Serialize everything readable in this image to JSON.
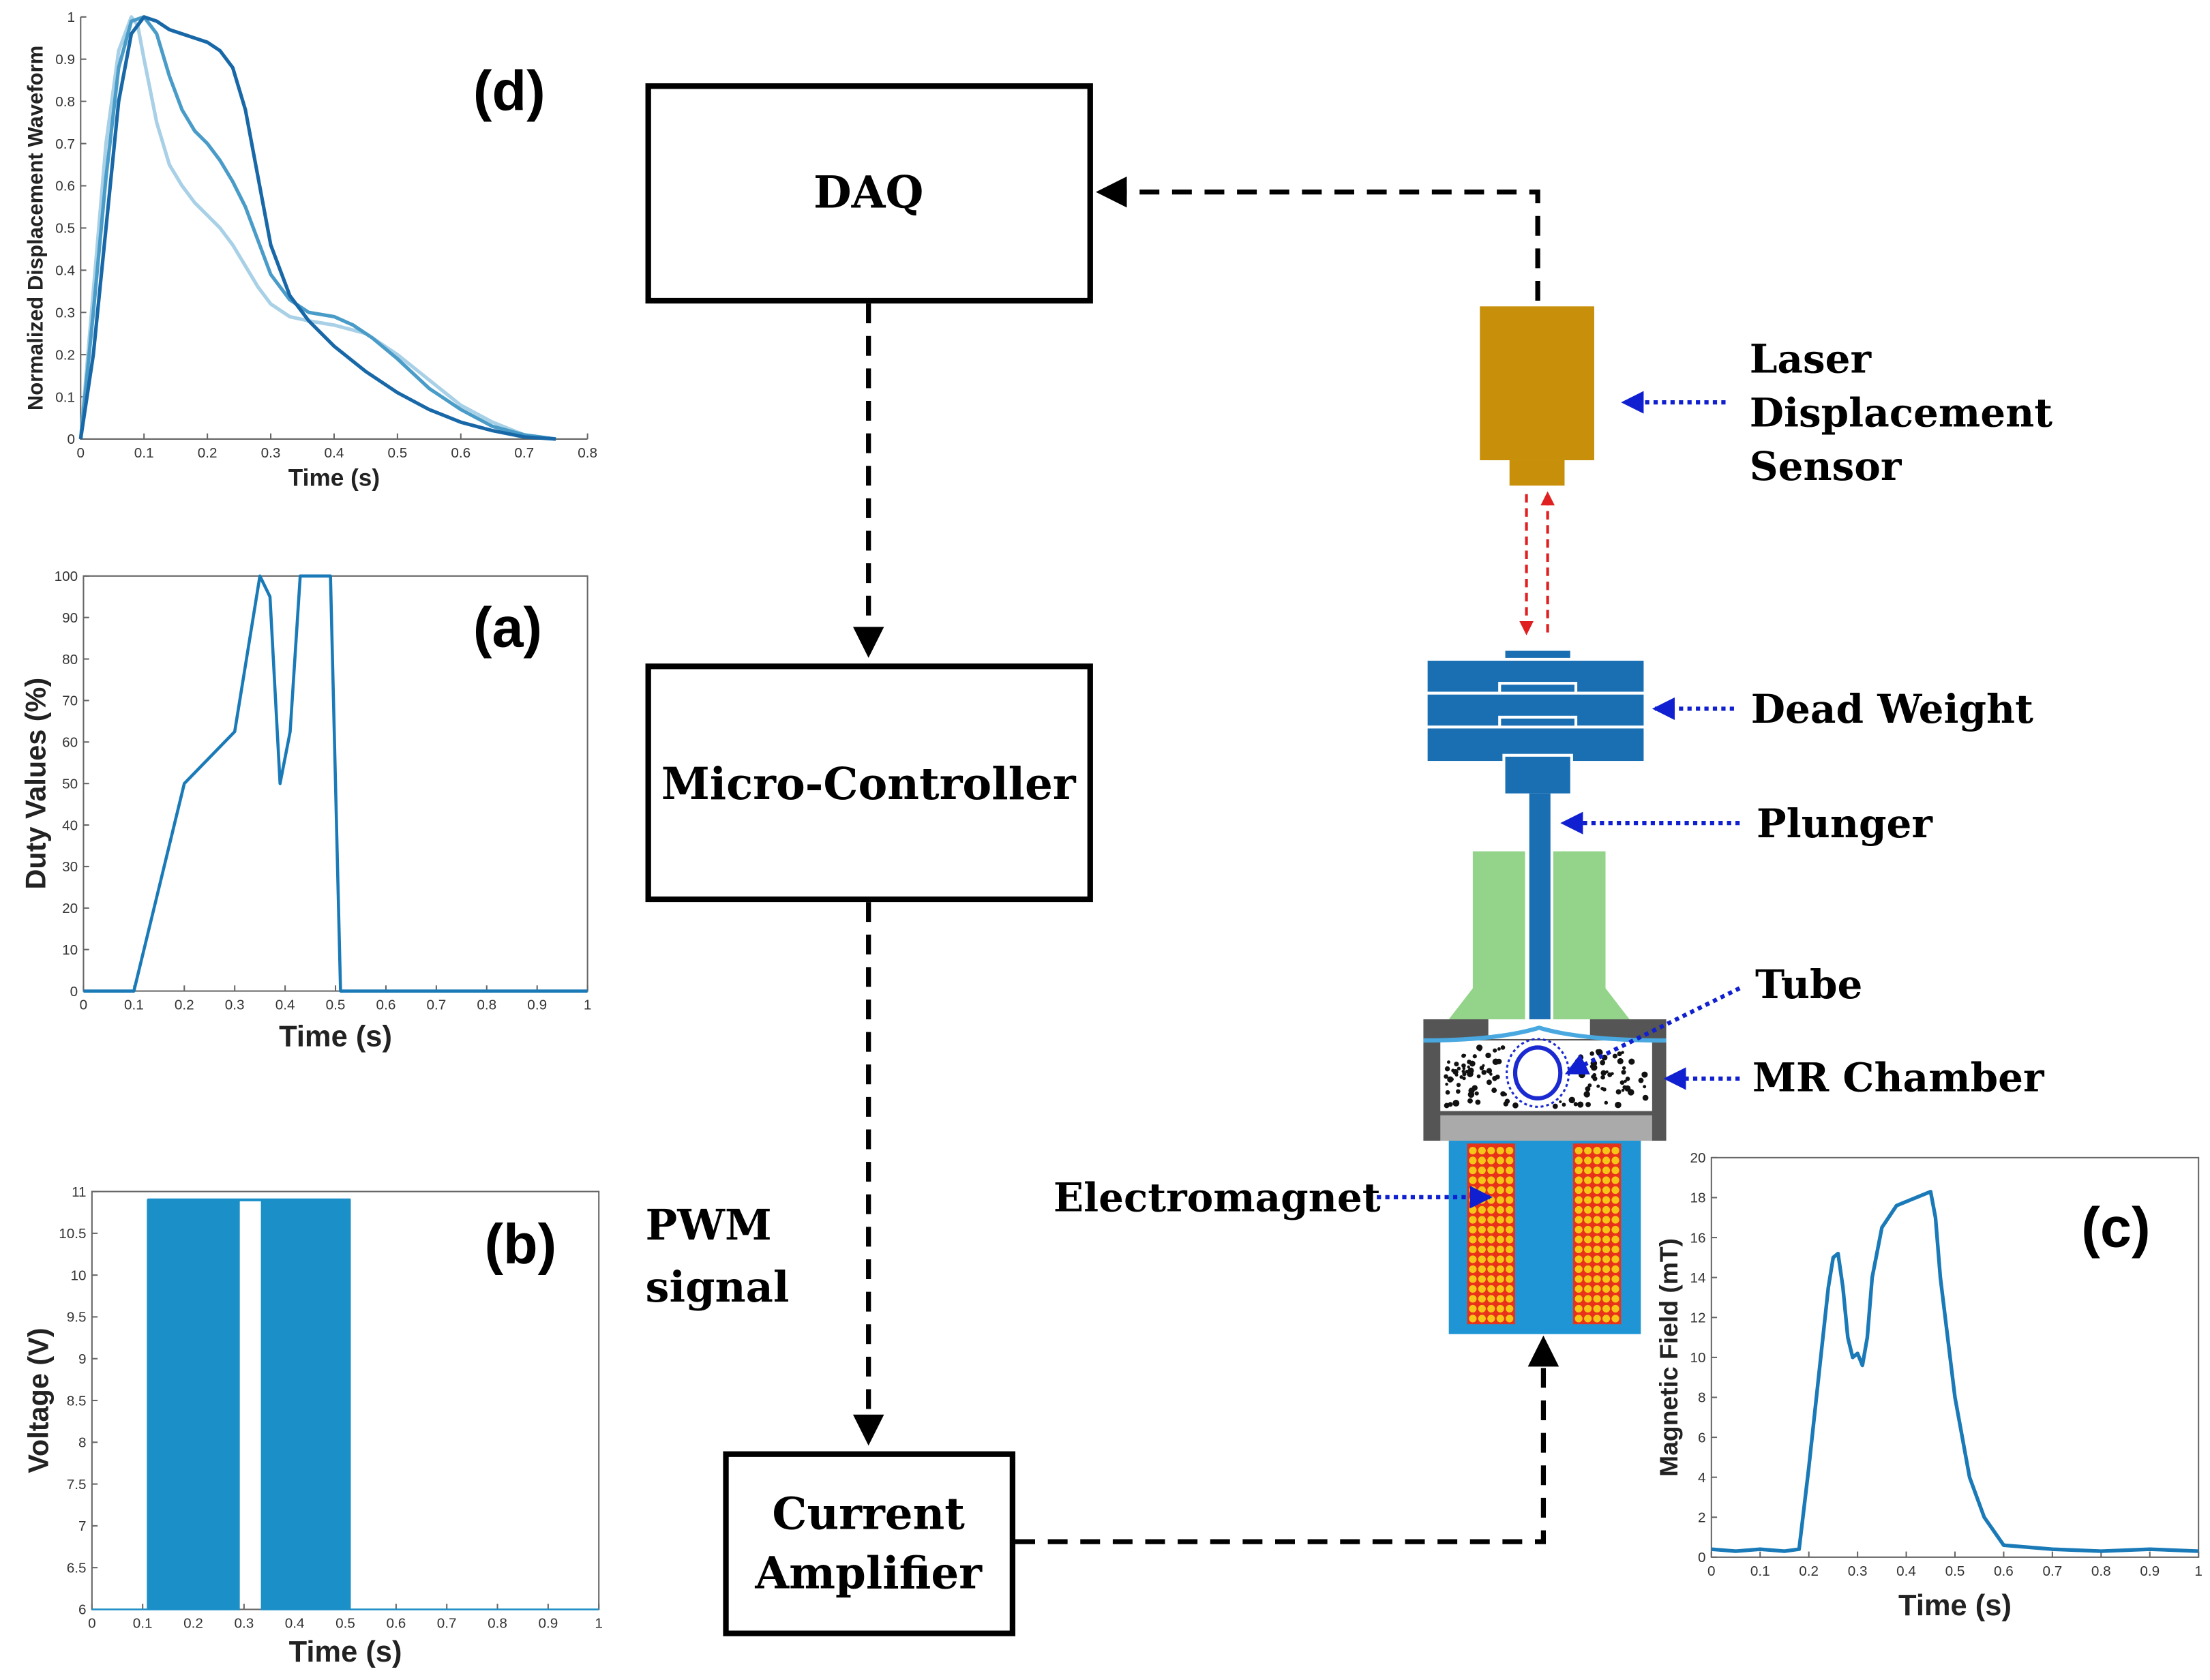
{
  "blocks": {
    "daq": "DAQ",
    "micro_controller": "Micro-Controller",
    "current_amplifier_line1": "Current",
    "current_amplifier_line2": "Amplifier"
  },
  "labels": {
    "laser_line1": "Laser",
    "laser_line2": "Displacement",
    "laser_line3": "Sensor",
    "dead_weight": "Dead Weight",
    "plunger": "Plunger",
    "tube": "Tube",
    "mr_chamber": "MR Chamber",
    "electromagnet": "Electromagnet",
    "pwm_line1": "PWM",
    "pwm_line2": "signal"
  },
  "colors": {
    "sensor": "#c8900a",
    "dead_weight": "#1a6fb3",
    "plunger": "#1a6fb3",
    "support": "#93d48a",
    "chamber_frame": "#555555",
    "electromagnet_body": "#1f95d6",
    "coil": "#e8321a",
    "coil_dot": "#f5c518",
    "leader_line": "#1020d0",
    "laser_beam": "#e02020",
    "plot_line": "#1a7ab8"
  },
  "chart_data": [
    {
      "id": "d",
      "panel_label": "(d)",
      "type": "line",
      "xlabel": "Time (s)",
      "ylabel": "Normalized Displacement Waveform",
      "xlim": [
        0,
        0.8
      ],
      "ylim": [
        0,
        1
      ],
      "xticks": [
        "0",
        "0.1",
        "0.2",
        "0.3",
        "0.4",
        "0.5",
        "0.6",
        "0.7",
        "0.8"
      ],
      "yticks": [
        "0",
        "0.1",
        "0.2",
        "0.3",
        "0.4",
        "0.5",
        "0.6",
        "0.7",
        "0.8",
        "0.9",
        "1"
      ],
      "series": [
        {
          "color": "#a8d0e6",
          "x": [
            0,
            0.02,
            0.04,
            0.06,
            0.08,
            0.09,
            0.1,
            0.12,
            0.14,
            0.16,
            0.18,
            0.2,
            0.22,
            0.24,
            0.26,
            0.28,
            0.3,
            0.33,
            0.36,
            0.4,
            0.45,
            0.5,
            0.55,
            0.6,
            0.65,
            0.7,
            0.75
          ],
          "y": [
            0,
            0.35,
            0.7,
            0.92,
            1.0,
            0.98,
            0.9,
            0.75,
            0.65,
            0.6,
            0.56,
            0.53,
            0.5,
            0.46,
            0.41,
            0.36,
            0.32,
            0.29,
            0.28,
            0.27,
            0.25,
            0.2,
            0.14,
            0.08,
            0.04,
            0.01,
            0
          ]
        },
        {
          "color": "#4a9cc8",
          "x": [
            0,
            0.02,
            0.04,
            0.06,
            0.08,
            0.1,
            0.12,
            0.14,
            0.16,
            0.18,
            0.2,
            0.22,
            0.24,
            0.26,
            0.28,
            0.3,
            0.33,
            0.36,
            0.4,
            0.43,
            0.46,
            0.5,
            0.55,
            0.6,
            0.65,
            0.7,
            0.75
          ],
          "y": [
            0,
            0.3,
            0.62,
            0.88,
            0.99,
            1.0,
            0.96,
            0.86,
            0.78,
            0.73,
            0.7,
            0.66,
            0.61,
            0.55,
            0.47,
            0.39,
            0.33,
            0.3,
            0.29,
            0.27,
            0.24,
            0.19,
            0.12,
            0.07,
            0.03,
            0.01,
            0
          ]
        },
        {
          "color": "#1868a8",
          "x": [
            0,
            0.02,
            0.04,
            0.06,
            0.08,
            0.1,
            0.12,
            0.14,
            0.16,
            0.18,
            0.2,
            0.22,
            0.24,
            0.26,
            0.28,
            0.3,
            0.33,
            0.36,
            0.4,
            0.45,
            0.5,
            0.55,
            0.6,
            0.65,
            0.7,
            0.75
          ],
          "y": [
            0,
            0.2,
            0.5,
            0.8,
            0.96,
            1.0,
            0.99,
            0.97,
            0.96,
            0.95,
            0.94,
            0.92,
            0.88,
            0.78,
            0.62,
            0.46,
            0.34,
            0.28,
            0.22,
            0.16,
            0.11,
            0.07,
            0.04,
            0.02,
            0.005,
            0
          ]
        }
      ]
    },
    {
      "id": "a",
      "panel_label": "(a)",
      "type": "line",
      "xlabel": "Time (s)",
      "ylabel": "Duty Values (%)",
      "xlim": [
        0,
        1
      ],
      "ylim": [
        0,
        100
      ],
      "xticks": [
        "0",
        "0.1",
        "0.2",
        "0.3",
        "0.4",
        "0.5",
        "0.6",
        "0.7",
        "0.8",
        "0.9",
        "1"
      ],
      "yticks": [
        "0",
        "10",
        "20",
        "30",
        "40",
        "50",
        "60",
        "70",
        "80",
        "90",
        "100"
      ],
      "series": [
        {
          "color": "#1a7ab8",
          "x": [
            0,
            0.1,
            0.15,
            0.2,
            0.3,
            0.35,
            0.37,
            0.39,
            0.41,
            0.43,
            0.49,
            0.51,
            0.6,
            1.0
          ],
          "y": [
            0,
            0,
            25,
            50,
            62.5,
            100,
            95,
            50,
            62.5,
            100,
            100,
            0,
            0,
            0
          ]
        }
      ]
    },
    {
      "id": "b",
      "panel_label": "(b)",
      "type": "line",
      "xlabel": "Time (s)",
      "ylabel": "Voltage (V)",
      "xlim": [
        0,
        1
      ],
      "ylim": [
        6,
        11
      ],
      "xticks": [
        "0",
        "0.1",
        "0.2",
        "0.3",
        "0.4",
        "0.5",
        "0.6",
        "0.7",
        "0.8",
        "0.9",
        "1"
      ],
      "yticks": [
        "6",
        "6.5",
        "7",
        "7.5",
        "8",
        "8.5",
        "9",
        "9.5",
        "10",
        "10.5",
        "11"
      ],
      "pwm": {
        "low": 6,
        "high": 10.9,
        "start": 0.11,
        "end": 0.51,
        "gap_start": 0.29,
        "gap_end": 0.33,
        "period": 0.006
      },
      "series": [
        {
          "color": "#1a8fc8"
        }
      ]
    },
    {
      "id": "c",
      "panel_label": "(c)",
      "type": "line",
      "xlabel": "Time (s)",
      "ylabel": "Magnetic Field (mT)",
      "xlim": [
        0,
        1
      ],
      "ylim": [
        0,
        20
      ],
      "xticks": [
        "0",
        "0.1",
        "0.2",
        "0.3",
        "0.4",
        "0.5",
        "0.6",
        "0.7",
        "0.8",
        "0.9",
        "1"
      ],
      "yticks": [
        "0",
        "2",
        "4",
        "6",
        "8",
        "10",
        "12",
        "14",
        "16",
        "18",
        "20"
      ],
      "series": [
        {
          "color": "#1a7ab8",
          "x": [
            0,
            0.05,
            0.1,
            0.15,
            0.18,
            0.2,
            0.22,
            0.24,
            0.25,
            0.26,
            0.27,
            0.28,
            0.29,
            0.3,
            0.31,
            0.32,
            0.33,
            0.35,
            0.38,
            0.42,
            0.45,
            0.46,
            0.47,
            0.5,
            0.53,
            0.56,
            0.6,
            0.7,
            0.8,
            0.9,
            1.0
          ],
          "y": [
            0.4,
            0.3,
            0.4,
            0.3,
            0.4,
            4.5,
            9.0,
            13.5,
            15.0,
            15.2,
            13.5,
            11.0,
            10.0,
            10.2,
            9.6,
            11.0,
            14.0,
            16.5,
            17.6,
            18.0,
            18.3,
            17.0,
            14.0,
            8.0,
            4.0,
            2.0,
            0.6,
            0.4,
            0.3,
            0.4,
            0.3
          ]
        }
      ]
    }
  ]
}
